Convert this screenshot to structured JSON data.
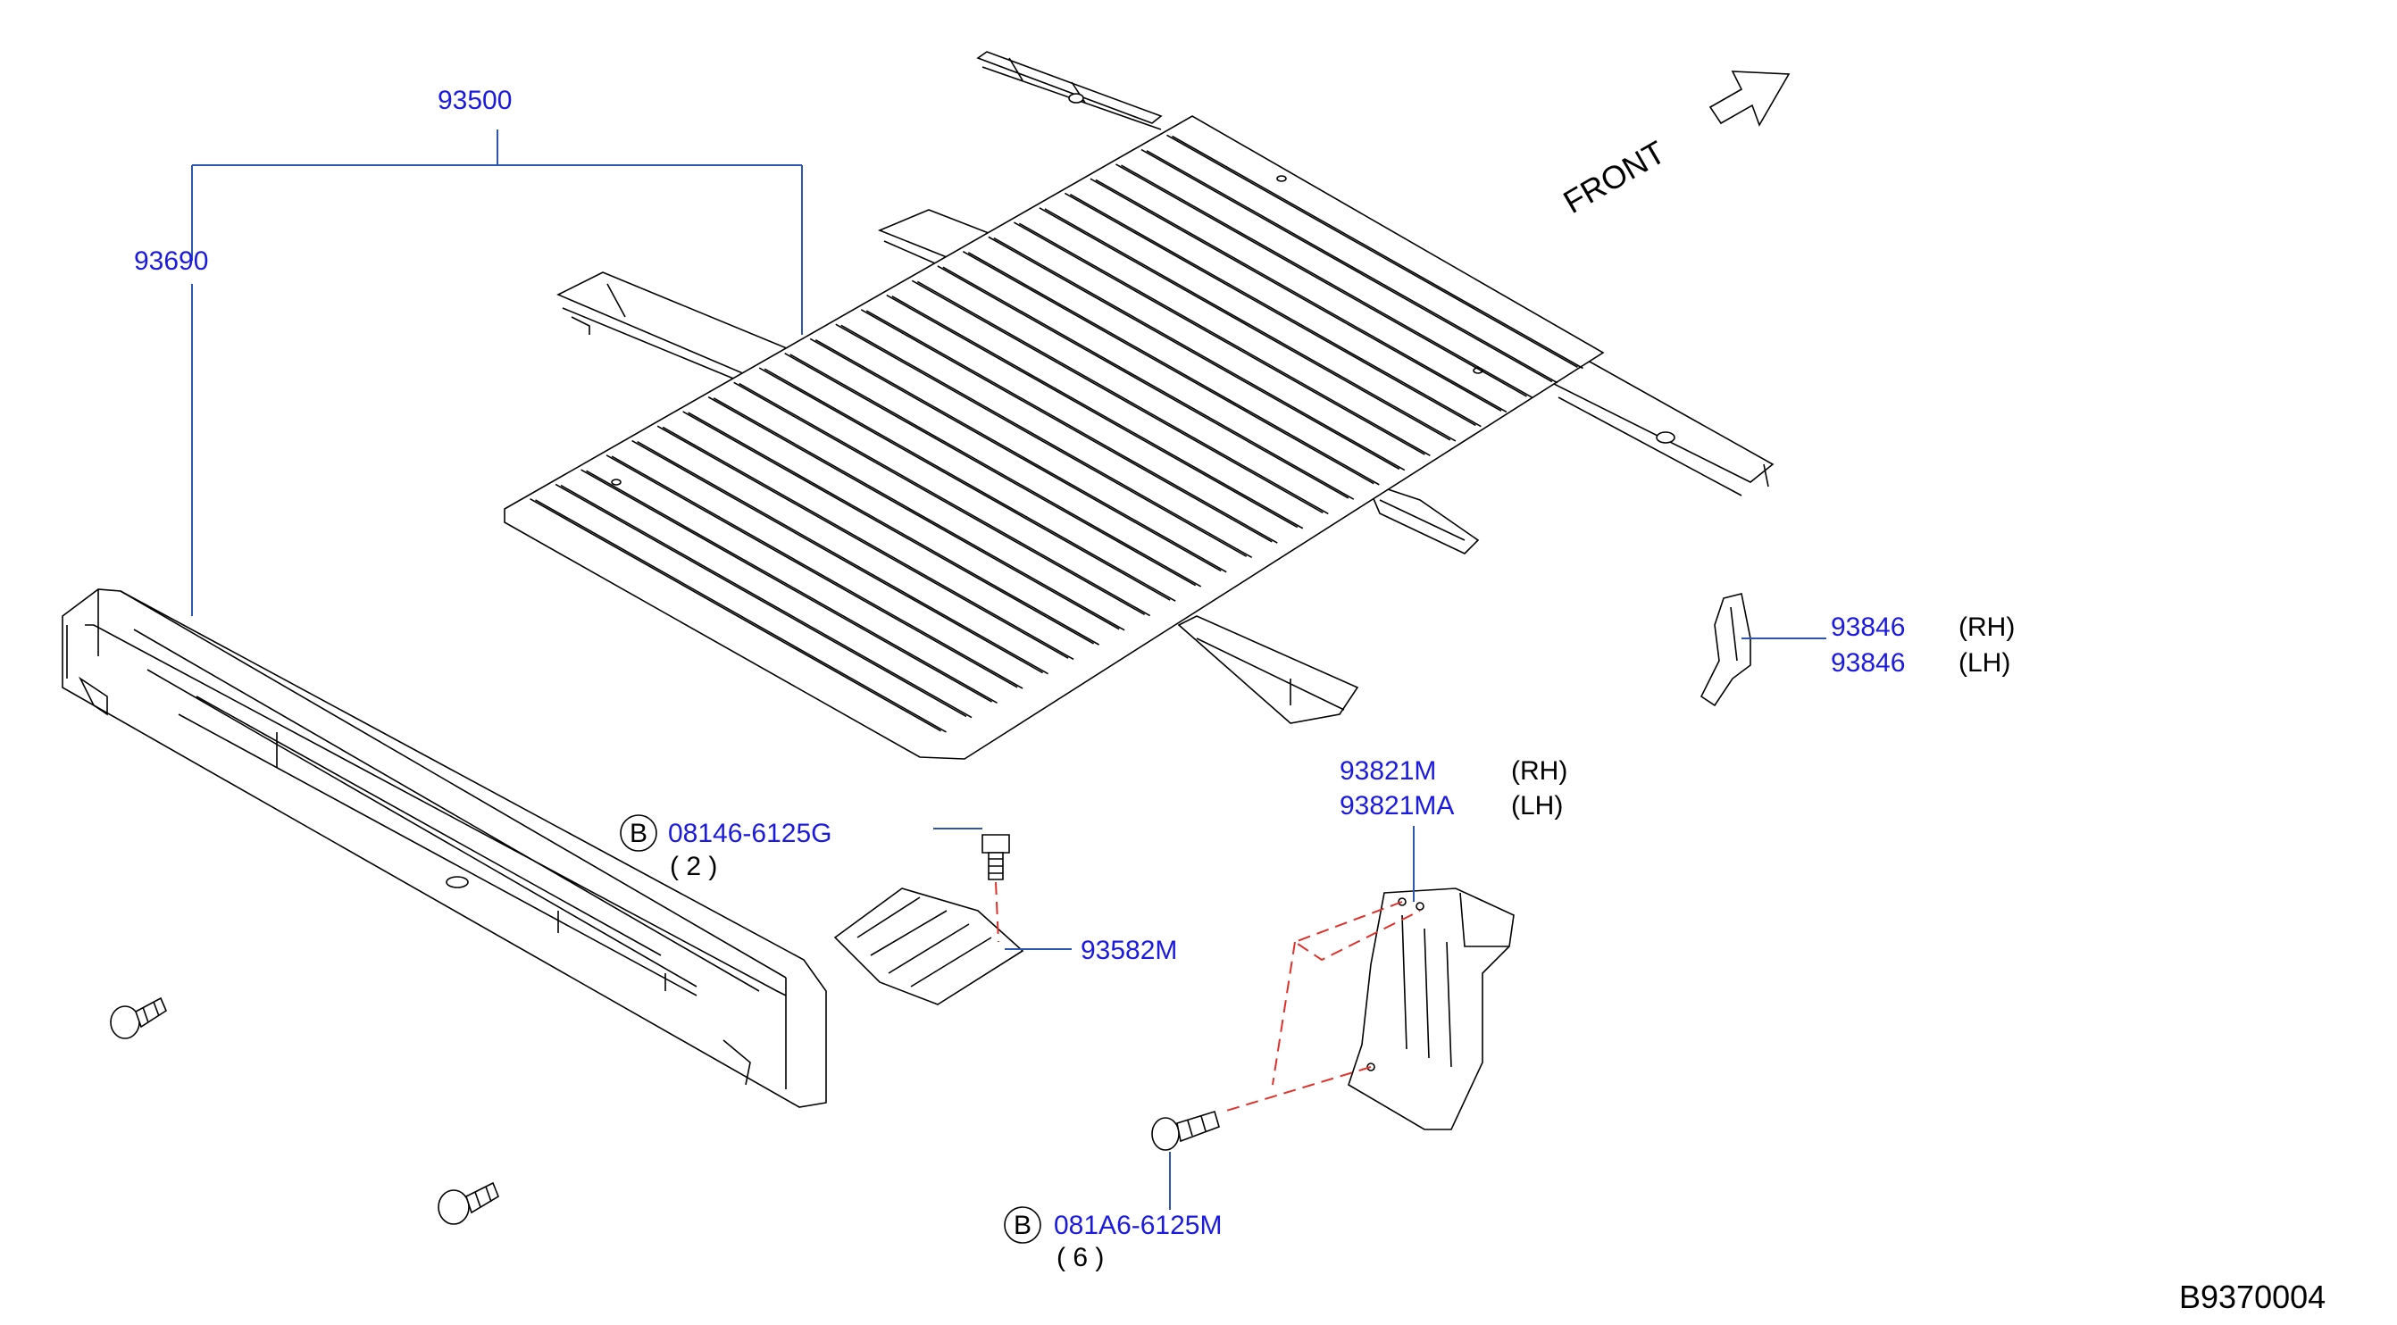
{
  "colors": {
    "label": "#1a1ae0",
    "leader": "#2d56b0",
    "dashed": "#e0302a",
    "line": "#000000"
  },
  "labels": {
    "p93500": "93500",
    "p93690": "93690",
    "p93846_rh": "93846",
    "p93846_rh_side": "(RH)",
    "p93846_lh": "93846",
    "p93846_lh_side": "(LH)",
    "p93821m": "93821M",
    "p93821m_side": "(RH)",
    "p93821ma": "93821MA",
    "p93821ma_side": "(LH)",
    "bolt1_marker": "B",
    "bolt1": "08146-6125G",
    "bolt1_qty": "( 2 )",
    "p93582m": "93582M",
    "bolt2_marker": "B",
    "bolt2": "081A6-6125M",
    "bolt2_qty": "( 6 )"
  },
  "front_label": "FRONT",
  "diagram_code": "B9370004"
}
